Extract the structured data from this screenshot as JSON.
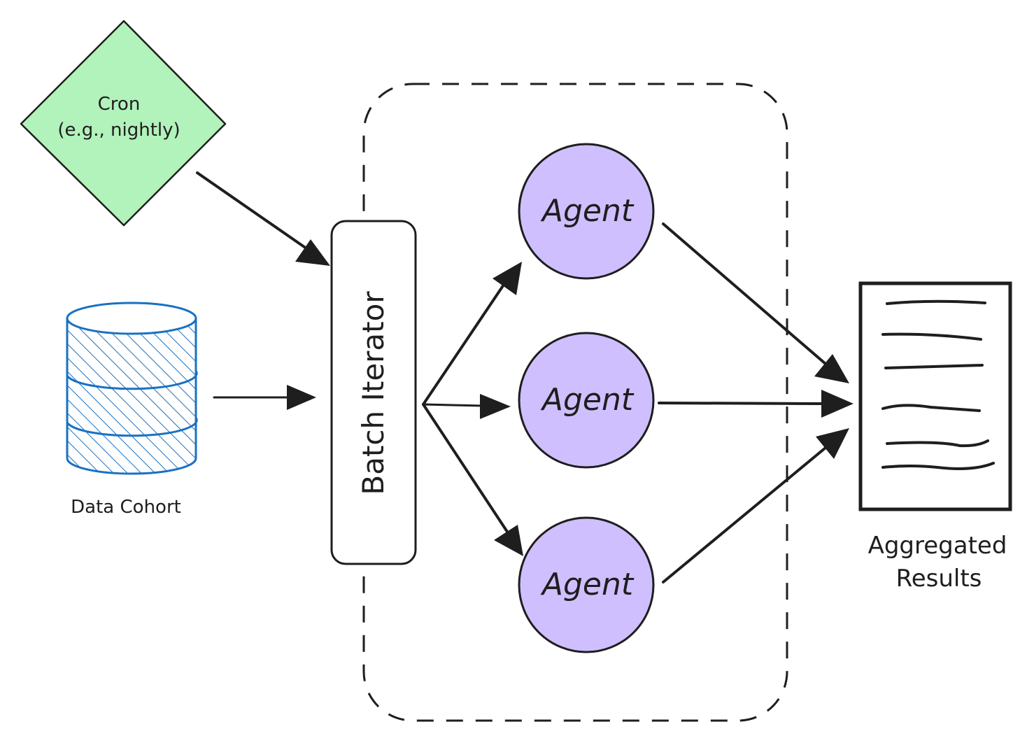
{
  "nodes": {
    "cron": {
      "line1": "Cron",
      "line2": "(e.g., nightly)"
    },
    "data_cohort": {
      "label": "Data Cohort"
    },
    "batch_iterator": {
      "label": "Batch Iterator"
    },
    "agents": [
      {
        "label": "Agent"
      },
      {
        "label": "Agent"
      },
      {
        "label": "Agent"
      }
    ],
    "aggregated_results": {
      "line1": "Aggregated",
      "line2": "Results"
    }
  },
  "colors": {
    "stroke": "#1e1e1e",
    "cron_fill": "#b2f2bb",
    "agent_fill": "#d0bfff",
    "database_stroke": "#1971c2",
    "batch_fill": "#ffffff",
    "document_fill": "#ffffff"
  }
}
